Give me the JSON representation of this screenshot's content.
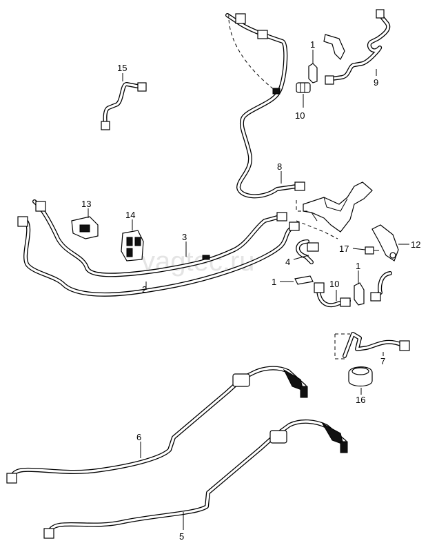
{
  "watermark": "vagtec.ru",
  "callouts": [
    "1",
    "1",
    "1",
    "2",
    "3",
    "4",
    "5",
    "6",
    "7",
    "8",
    "9",
    "10",
    "10",
    "12",
    "13",
    "14",
    "15",
    "16",
    "17"
  ]
}
